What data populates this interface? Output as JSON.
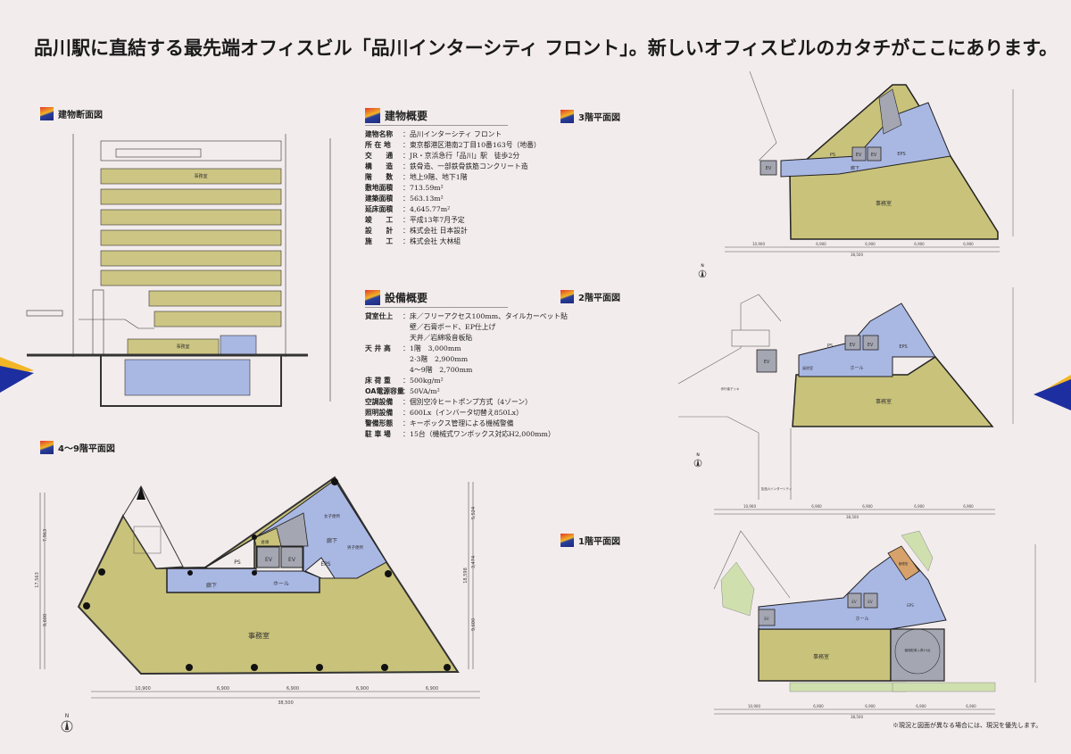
{
  "title": "品川駅に直結する最先端オフィスビル「品川インターシティ フロント」。新しいオフィスビルのカタチがここにあります。",
  "sections": {
    "section_drawing": "建物断面図",
    "building_overview": "建物概要",
    "facilities_overview": "設備概要",
    "plan_4_9": "4〜9階平面図",
    "plan_3": "3階平面図",
    "plan_2": "2階平面図",
    "plan_1": "1階平面図"
  },
  "building_overview": [
    {
      "label": "建物名称",
      "value": "品川インターシティ フロント"
    },
    {
      "label": "所 在 地",
      "value": "東京都港区港南2丁目10番163号（地番）"
    },
    {
      "label": "交　　通",
      "value": "JR・京浜急行「品川」駅　徒歩2分"
    },
    {
      "label": "構　　造",
      "value": "鉄骨造、一部鉄骨鉄筋コンクリート造"
    },
    {
      "label": "階　　数",
      "value": "地上9階、地下1階"
    },
    {
      "label": "敷地面積",
      "value": "713.59m²"
    },
    {
      "label": "建築面積",
      "value": "563.13m²"
    },
    {
      "label": "延床面積",
      "value": "4,645.77m²"
    },
    {
      "label": "竣　　工",
      "value": "平成13年7月予定"
    },
    {
      "label": "設　　計",
      "value": "株式会社 日本設計"
    },
    {
      "label": "施　　工",
      "value": "株式会社 大林組"
    }
  ],
  "facilities_overview": [
    {
      "label": "貸室仕上",
      "value": "床／フリーアクセス100mm、タイルカーペット貼"
    },
    {
      "label": "",
      "value": "壁／石膏ボード、EP仕上げ"
    },
    {
      "label": "",
      "value": "天井／岩綿吸音板貼"
    },
    {
      "label": "天 井 高",
      "value": "1階　3,000mm"
    },
    {
      "label": "",
      "value": "2·3階　2,900mm"
    },
    {
      "label": "",
      "value": "4〜9階　2,700mm"
    },
    {
      "label": "床 荷 重",
      "value": "500kg/m²"
    },
    {
      "label": "OA電源容量",
      "value": "50VA/m²"
    },
    {
      "label": "空調設備",
      "value": "個別空冷ヒートポンプ方式（4ゾーン）"
    },
    {
      "label": "照明設備",
      "value": "600Lx（インバータ切替え850Lx）"
    },
    {
      "label": "警備形態",
      "value": "キーボックス管理による機械警備"
    },
    {
      "label": "駐 車 場",
      "value": "15台（機械式ワンボックス対応H2,000mm）"
    }
  ],
  "rooms": {
    "office": "事務室",
    "corridor": "廊下",
    "hall": "ホール",
    "ps": "PS",
    "eps": "EPS",
    "ev": "EV",
    "storage": "倉庫",
    "womens_wc": "女子便所",
    "mens_wc": "男子便所",
    "management": "管理室",
    "parking": "機械駐車入庫15台",
    "windbreak": "風除室",
    "ped_deck": "歩行者デッキ",
    "to_intercity": "至品川インターシティ"
  },
  "dimensions": {
    "horizontal": [
      "10,900",
      "6,900",
      "6,900",
      "6,900",
      "6,900"
    ],
    "total": "38,500",
    "left": [
      "7,963",
      "9,600"
    ],
    "left_total": "17,563",
    "right": [
      "5,524",
      "3,474",
      "9,600"
    ],
    "right_total": "18,598"
  },
  "north": "N",
  "footnote": "※現況と図面が異なる場合には、現況を優先します。",
  "colors": {
    "office": "#c9c27a",
    "core": "#a9b7e3",
    "service": "#a4a6b2",
    "management": "#d6a16a",
    "green": "#cfe0ae"
  }
}
